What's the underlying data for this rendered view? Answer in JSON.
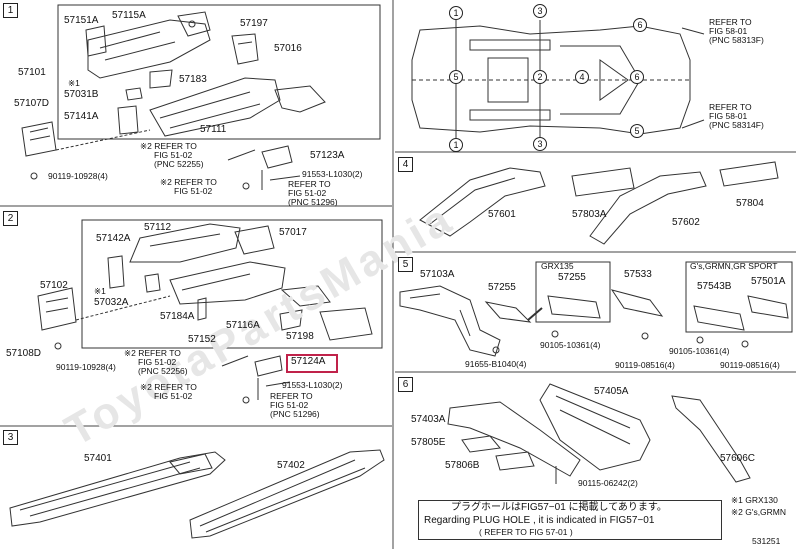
{
  "sections": {
    "s1": "1",
    "s2": "2",
    "s3": "3",
    "s4": "4",
    "s5": "5",
    "s6": "6"
  },
  "s1_labels": {
    "p57151A": "57151A",
    "p57115A": "57115A",
    "p57197": "57197",
    "p57016": "57016",
    "p57101": "57101",
    "p57031B_mark": "※1",
    "p57031B": "57031B",
    "p57183": "57183",
    "p57107D": "57107D",
    "p57141A": "57141A",
    "p57111": "57111",
    "ref1_line1": "※2 REFER TO",
    "ref1_line2": "FIG 51-02",
    "ref1_line3": "(PNC 52255)",
    "ref2_line1": "※2 REFER TO",
    "ref2_line2": "FIG 51-02",
    "p57123A": "57123A",
    "p91553": "91553-L1030(2)",
    "ref3_line1": "REFER TO",
    "ref3_line2": "FIG 51-02",
    "ref3_line3": "(PNC 51296)",
    "p90119": "90119-10928(4)"
  },
  "s2_labels": {
    "p57112": "57112",
    "p57142A": "57142A",
    "p57017": "57017",
    "p57102": "57102",
    "p57032A_mark": "※1",
    "p57032A": "57032A",
    "p57184A": "57184A",
    "p57116A": "57116A",
    "p57108D": "57108D",
    "p57152": "57152",
    "p57198": "57198",
    "p57124A": "57124A",
    "p90119": "90119-10928(4)",
    "ref1_line1": "※2 REFER TO",
    "ref1_line2": "FIG 51-02",
    "ref1_line3": "(PNC 52256)",
    "ref2_line1": "※2 REFER TO",
    "ref2_line2": "FIG 51-02",
    "p91553": "91553-L1030(2)",
    "ref3_line1": "REFER TO",
    "ref3_line2": "FIG 51-02",
    "ref3_line3": "(PNC 51296)"
  },
  "s3_labels": {
    "p57401": "57401",
    "p57402": "57402"
  },
  "overview": {
    "c1a": "1",
    "c3a": "3",
    "c6a": "6",
    "c5a": "5",
    "c2": "2",
    "c4": "4",
    "c6b": "6",
    "c5b": "5",
    "c1b": "1",
    "c3b": "3",
    "refA_line1": "REFER TO",
    "refA_line2": "FIG 58-01",
    "refA_line3": "(PNC 58313F)",
    "refB_line1": "REFER TO",
    "refB_line2": "FIG 58-01",
    "refB_line3": "(PNC 58314F)"
  },
  "s4_labels": {
    "p57601": "57601",
    "p57803A": "57803A",
    "p57602": "57602",
    "p57804": "57804"
  },
  "s5_labels": {
    "p57103A": "57103A",
    "grx135": "GRX135",
    "p57255a": "57255",
    "p57255b": "57255",
    "p57533": "57533",
    "gs": "G's,GRMN,GR SPORT",
    "p57543B": "57543B",
    "p57501A": "57501A",
    "p91655": "91655-B1040(4)",
    "p90105a": "90105-10361(4)",
    "p90119": "90119-08516(4)",
    "p90105b": "90105-10361(4)",
    "p90119b": "90119-08516(4)"
  },
  "s6_labels": {
    "p57405A": "57405A",
    "p57403A": "57403A",
    "p57805E": "57805E",
    "p57806B": "57806B",
    "p57606C": "57606C",
    "p90115": "90115-06242(2)"
  },
  "note": {
    "jp": "プラグホールはFIG57−01 に掲載してあります。",
    "en": "Regarding PLUG HOLE , it is indicated in FIG57−01",
    "ref": "(     REFER TO FIG 57-01     )"
  },
  "footnotes": {
    "f1": "※1 GRX130",
    "f2": "※2 G's,GRMN"
  },
  "catalog_code": "531251"
}
